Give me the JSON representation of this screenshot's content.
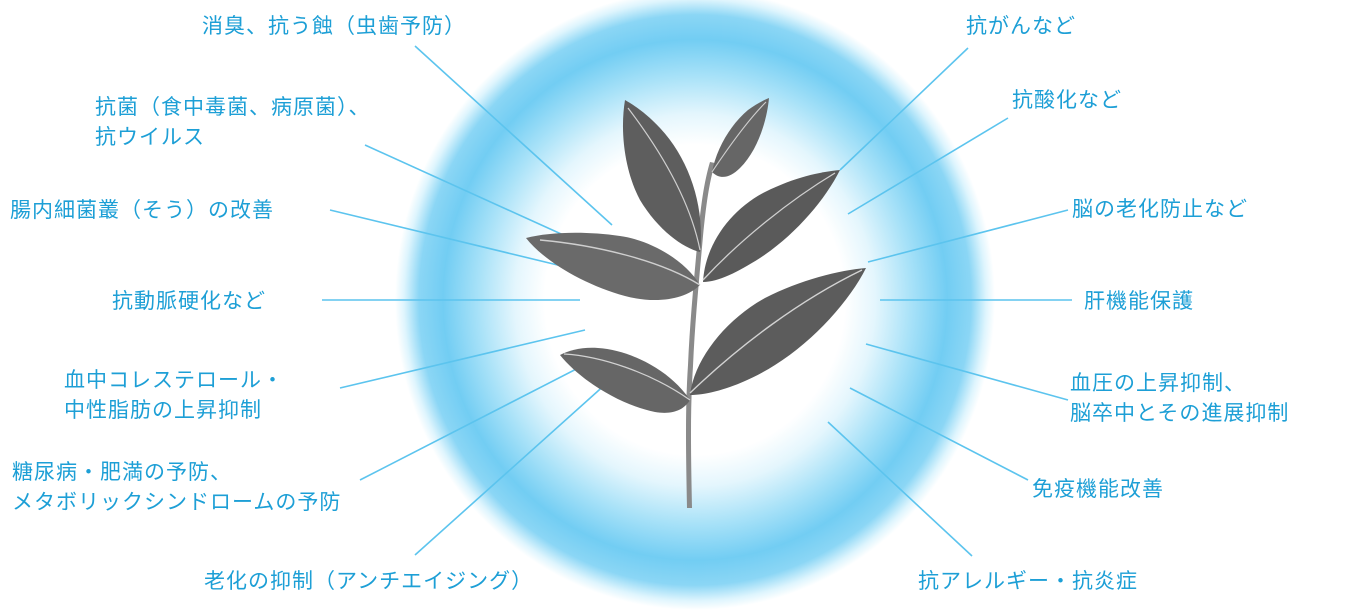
{
  "colors": {
    "label": "#1d9fd6",
    "line": "#5cc4ee",
    "glow": "#72cdf3",
    "leaf": "#6a6a6a"
  },
  "icons": {
    "center": "tea-plant-icon"
  },
  "left_benefits": [
    {
      "lines": [
        "消臭、抗う蝕（虫歯予防）"
      ]
    },
    {
      "lines": [
        "抗菌（食中毒菌、病原菌）、",
        "抗ウイルス"
      ]
    },
    {
      "lines": [
        "腸内細菌叢（そう）の改善"
      ]
    },
    {
      "lines": [
        "抗動脈硬化など"
      ]
    },
    {
      "lines": [
        "血中コレステロール・",
        "中性脂肪の上昇抑制"
      ]
    },
    {
      "lines": [
        "糖尿病・肥満の予防、",
        "メタボリックシンドロームの予防"
      ]
    },
    {
      "lines": [
        "老化の抑制（アンチエイジング）"
      ]
    }
  ],
  "right_benefits": [
    {
      "lines": [
        "抗がんなど"
      ]
    },
    {
      "lines": [
        "抗酸化など"
      ]
    },
    {
      "lines": [
        "脳の老化防止など"
      ]
    },
    {
      "lines": [
        "肝機能保護"
      ]
    },
    {
      "lines": [
        "血圧の上昇抑制、",
        "脳卒中とその進展抑制"
      ]
    },
    {
      "lines": [
        "免疫機能改善"
      ]
    },
    {
      "lines": [
        "抗アレルギー・抗炎症"
      ]
    }
  ]
}
